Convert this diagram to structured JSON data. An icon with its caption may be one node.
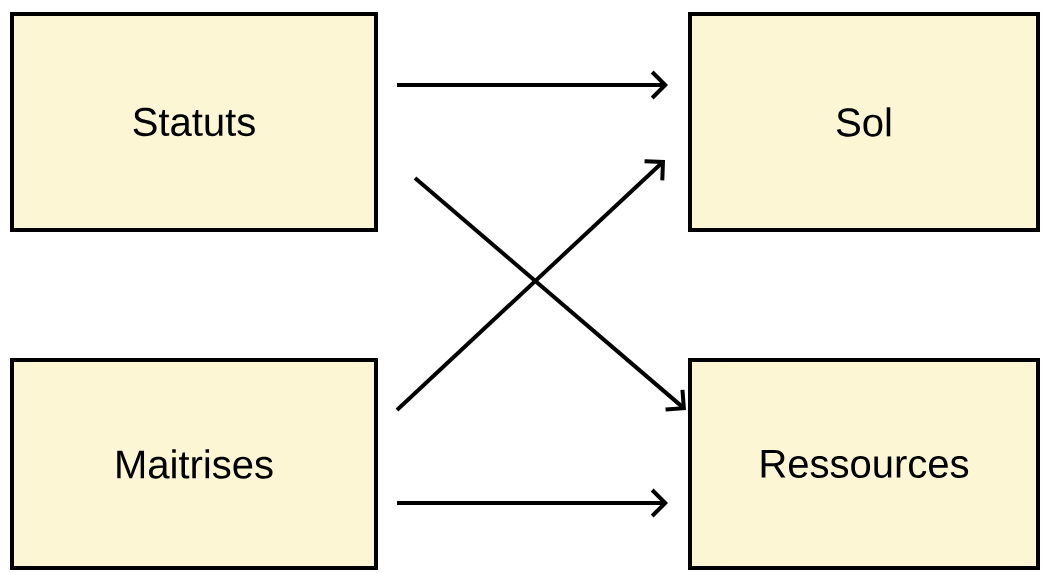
{
  "diagram": {
    "nodes": [
      {
        "text": [
          "Statuts"
        ]
      },
      {
        "text": [
          "Sol"
        ]
      },
      {
        "text": [
          "Maitrises"
        ]
      },
      {
        "text": [
          "Ressources"
        ]
      }
    ],
    "edges": [
      {
        "from": 0,
        "to": 1,
        "arrow": "to"
      },
      {
        "from": 0,
        "to": 3,
        "arrow": "to"
      },
      {
        "from": 2,
        "to": 1,
        "arrow": "to"
      },
      {
        "from": 2,
        "to": 3,
        "arrow": "to"
      }
    ]
  }
}
